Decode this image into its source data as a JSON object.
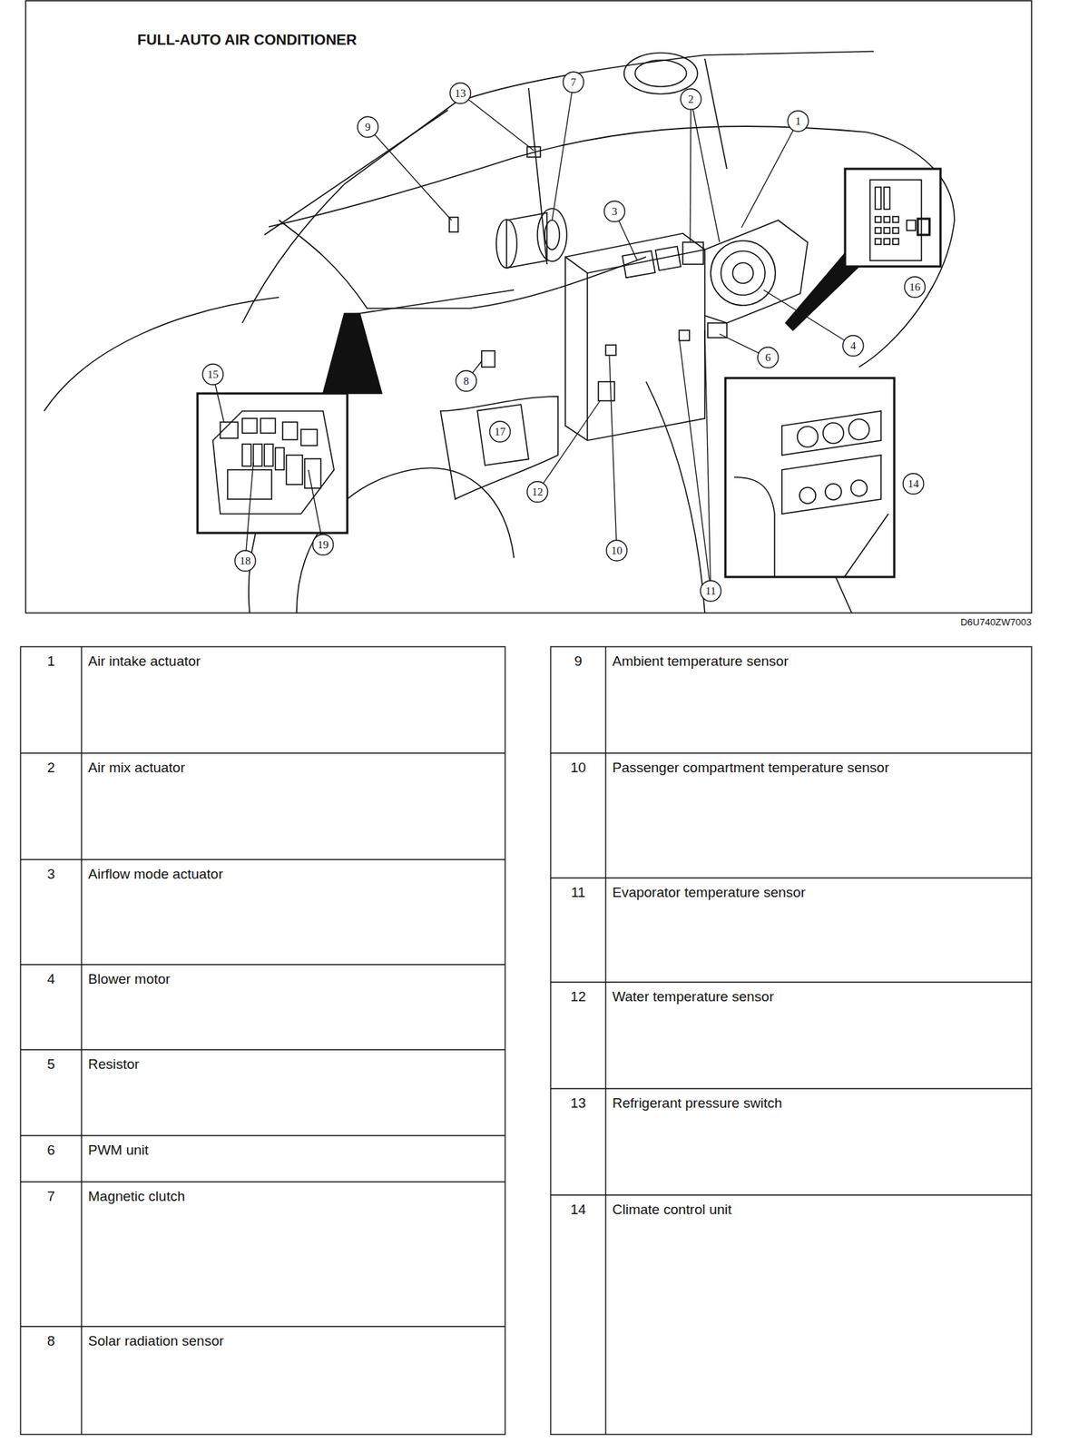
{
  "diagram": {
    "title": "FULL-AUTO AIR CONDITIONER",
    "labels": [
      "13",
      "7",
      "9",
      "2",
      "1",
      "3",
      "16",
      "4",
      "6",
      "8",
      "15",
      "17",
      "14",
      "12",
      "19",
      "18",
      "10",
      "11",
      "D6U740ZW7003",
      "1",
      "Air intake actuator",
      "2",
      "Air mix actuator",
      "3",
      "Airflow mode actuator",
      "4",
      "Blower motor",
      "5",
      "Resistor",
      "6",
      "PWM unit",
      "7",
      "Magnetic clutch",
      "8",
      "Solar radiation sensor",
      "9",
      "Ambient temperature sensor",
      "10",
      "Passenger compartment temperature sensor",
      "11",
      "Evaporator temperature sensor",
      "12",
      "Water temperature sensor",
      "13",
      "Refrigerant pressure switch",
      "14",
      "Climate control unit"
    ]
  }
}
